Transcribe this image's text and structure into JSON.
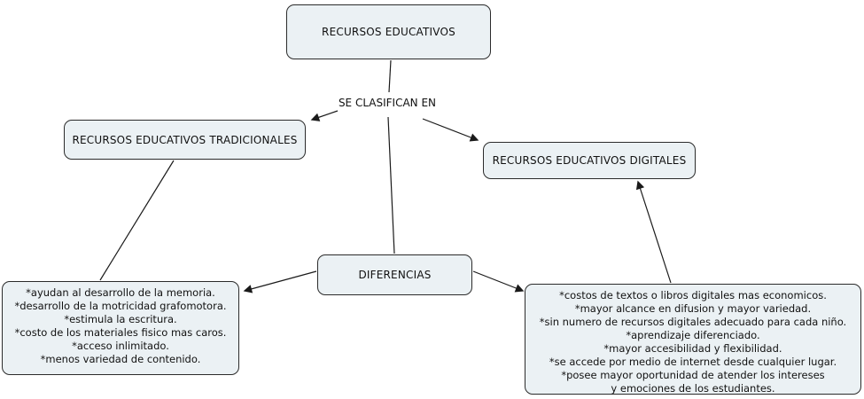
{
  "diagram": {
    "root": {
      "label": "RECURSOS EDUCATIVOS"
    },
    "classifier_label": "SE CLASIFICAN EN",
    "traditional": {
      "label": "RECURSOS EDUCATIVOS TRADICIONALES"
    },
    "digital": {
      "label": "RECURSOS EDUCATIVOS DIGITALES"
    },
    "differences": {
      "label": "DIFERENCIAS"
    },
    "traditional_details": {
      "lines": [
        "*ayudan al desarrollo de la memoria.",
        "*desarrollo de la motricidad grafomotora.",
        "*estimula la escritura.",
        "*costo de los materiales fisico mas caros.",
        "*acceso inlimitado.",
        "*menos variedad de contenido."
      ]
    },
    "digital_details": {
      "lines": [
        "*costos de textos o libros digitales mas economicos.",
        "*mayor alcance en difusion y mayor variedad.",
        "*sin numero de recursos digitales adecuado para cada niño.",
        "*aprendizaje diferenciado.",
        "*mayor accesibilidad y flexibilidad.",
        "*se accede por medio de internet desde cualquier lugar.",
        "*posee mayor oportunidad de atender los intereses",
        "y emociones de los estudiantes."
      ]
    },
    "colors": {
      "node_fill": "#ebf1f4",
      "node_border": "#2b2b2b",
      "line": "#1a1a1a",
      "text": "#111111"
    }
  }
}
